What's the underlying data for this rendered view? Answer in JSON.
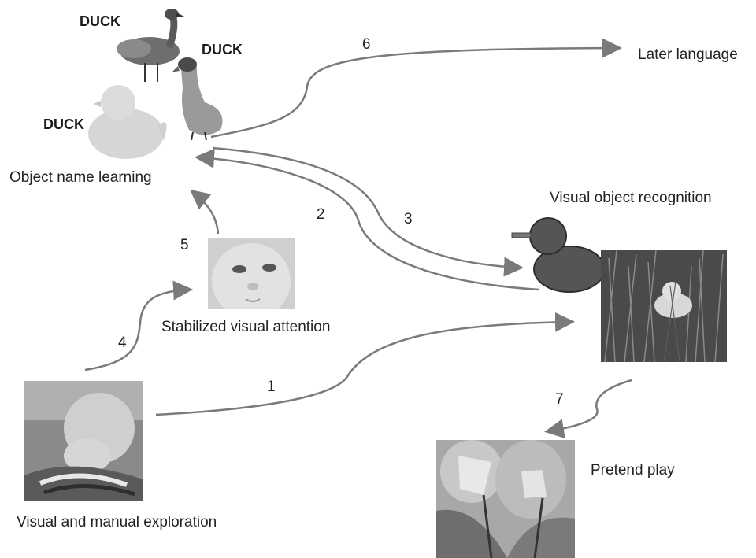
{
  "duck_words": [
    "DUCK",
    "DUCK",
    "DUCK"
  ],
  "labels": {
    "object_name_learning": "Object name learning",
    "later_language": "Later language",
    "visual_object_recognition": "Visual object recognition",
    "stabilized_visual_attention": "Stabilized visual attention",
    "visual_manual_exploration": "Visual and manual exploration",
    "pretend_play": "Pretend play"
  },
  "arrow_numbers": [
    "1",
    "2",
    "3",
    "4",
    "5",
    "6",
    "7"
  ],
  "colors": {
    "arrow": "#7a7a7a",
    "duck_toy": "#555555",
    "text": "#222222"
  }
}
